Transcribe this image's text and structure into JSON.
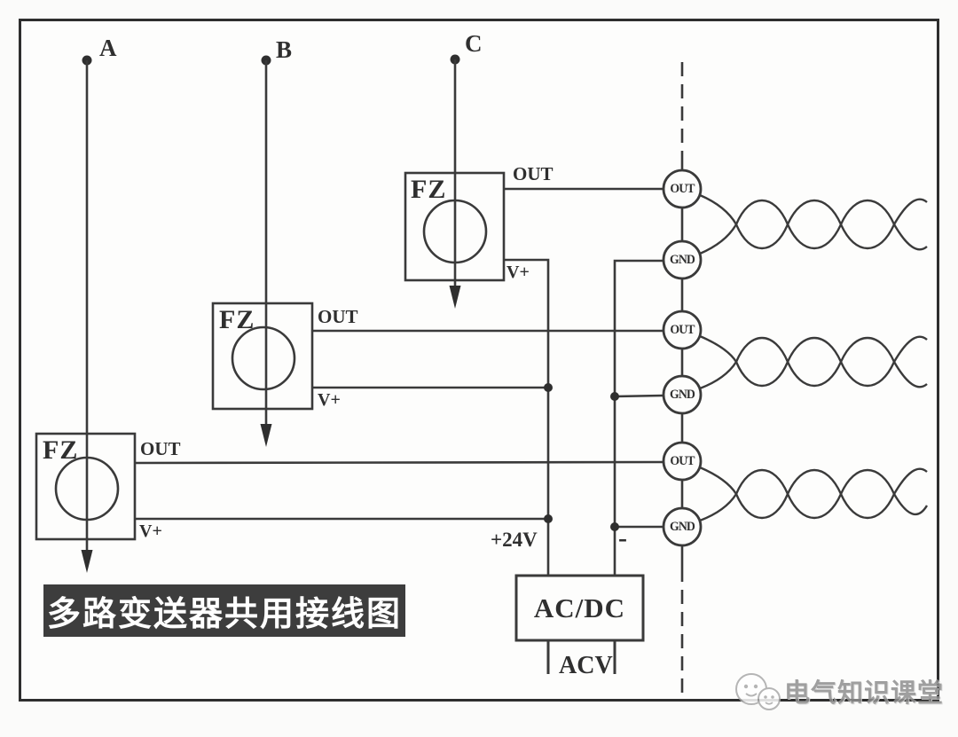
{
  "diagram": {
    "title_banner": "多路变送器共用接线图",
    "watermark_text": "电气知识课堂",
    "phases": [
      {
        "label": "A"
      },
      {
        "label": "B"
      },
      {
        "label": "C"
      }
    ],
    "transmitters": [
      {
        "name": "FZ",
        "out_label": "OUT",
        "vplus_label": "V+",
        "phase": "A"
      },
      {
        "name": "FZ",
        "out_label": "OUT",
        "vplus_label": "V+",
        "phase": "B"
      },
      {
        "name": "FZ",
        "out_label": "OUT",
        "vplus_label": "V+",
        "phase": "C"
      }
    ],
    "terminal_groups": [
      {
        "out": "OUT",
        "gnd": "GND"
      },
      {
        "out": "OUT",
        "gnd": "GND"
      },
      {
        "out": "OUT",
        "gnd": "GND"
      }
    ],
    "power": {
      "supply_positive": "+24V",
      "supply_negative": "-",
      "converter": "AC/DC",
      "ac_input": "ACV"
    }
  },
  "colors": {
    "line": "#3a3a3a",
    "banner_bg": "#3d3d3d",
    "banner_text": "#ffffff",
    "watermark": "#8f8f8f",
    "background": "#fdfdfc"
  }
}
